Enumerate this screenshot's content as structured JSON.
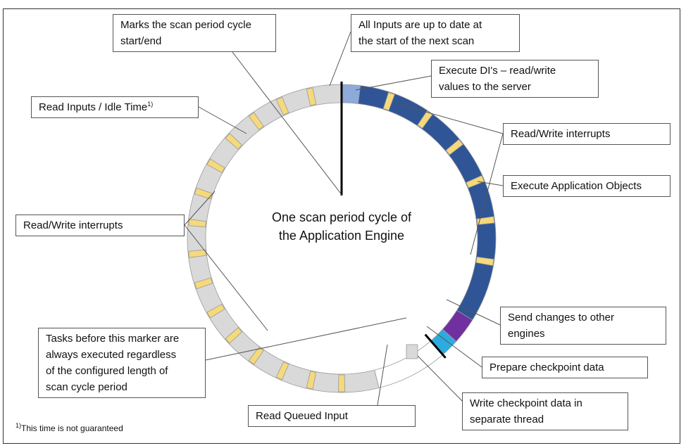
{
  "diagram": {
    "center_text": [
      "One scan period cycle of",
      "the Application Engine"
    ],
    "callouts": {
      "scan_marker": [
        "Marks the scan period cycle",
        "start/end"
      ],
      "inputs_up_to_date": [
        "All Inputs are up to date at",
        "the start of the next scan"
      ],
      "execute_dis": [
        "Execute DI's – read/write",
        "values to the server"
      ],
      "read_inputs": {
        "text": "Read Inputs / Idle Time",
        "note_mark": "1)"
      },
      "rw_interrupts_right": "Read/Write interrupts",
      "execute_app_objects": "Execute Application Objects",
      "rw_interrupts_left": "Read/Write interrupts",
      "send_changes": [
        "Send changes to other",
        "engines"
      ],
      "tasks_marker": [
        "Tasks before this marker are",
        "always executed regardless",
        "of the configured length of",
        "scan cycle period"
      ],
      "prepare_checkpoint": "Prepare checkpoint data",
      "read_queued": "Read Queued Input",
      "write_checkpoint": [
        "Write checkpoint data in",
        "separate thread"
      ]
    },
    "footnote": {
      "mark": "1)",
      "text": "This time is not guaranteed"
    },
    "colors": {
      "execute_di": "#8eaadb",
      "app_objects": "#2f5597",
      "send_changes": "#7030a0",
      "prepare_checkpoint": "#2dabe1",
      "read_inputs": "#d9d9d9",
      "interrupt_marker": "#f5d97a",
      "ring_outline": "#9a9a9a"
    }
  }
}
